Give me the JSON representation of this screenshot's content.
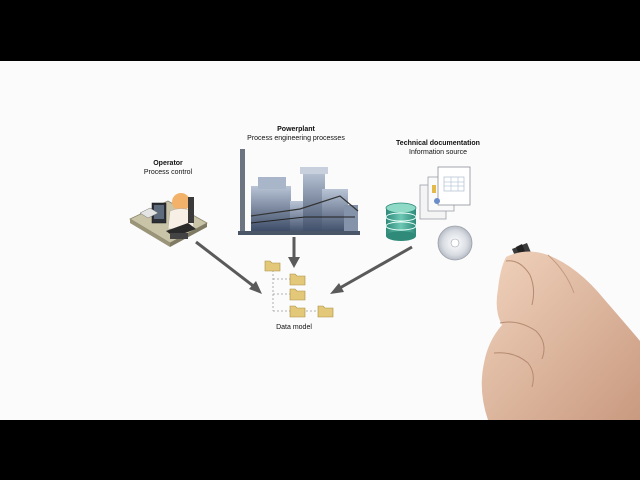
{
  "diagram": {
    "operator": {
      "title": "Operator",
      "subtitle": "Process control"
    },
    "powerplant": {
      "title": "Powerplant",
      "subtitle": "Process engineering processes"
    },
    "documentation": {
      "title": "Technical documentation",
      "subtitle": "Information source"
    },
    "data_model": {
      "label": "Data model"
    }
  },
  "colors": {
    "background": "#fbfbfb",
    "letterbox": "#000000",
    "arrow": "#555555",
    "folder": "#e2c878",
    "database": "#3f9c8c",
    "plant": "#6d7c95"
  },
  "icons": [
    "operator-workstation-icon",
    "power-plant-icon",
    "database-icon",
    "document-stack-icon",
    "cd-disc-icon",
    "folder-icon",
    "hand-with-marker"
  ]
}
